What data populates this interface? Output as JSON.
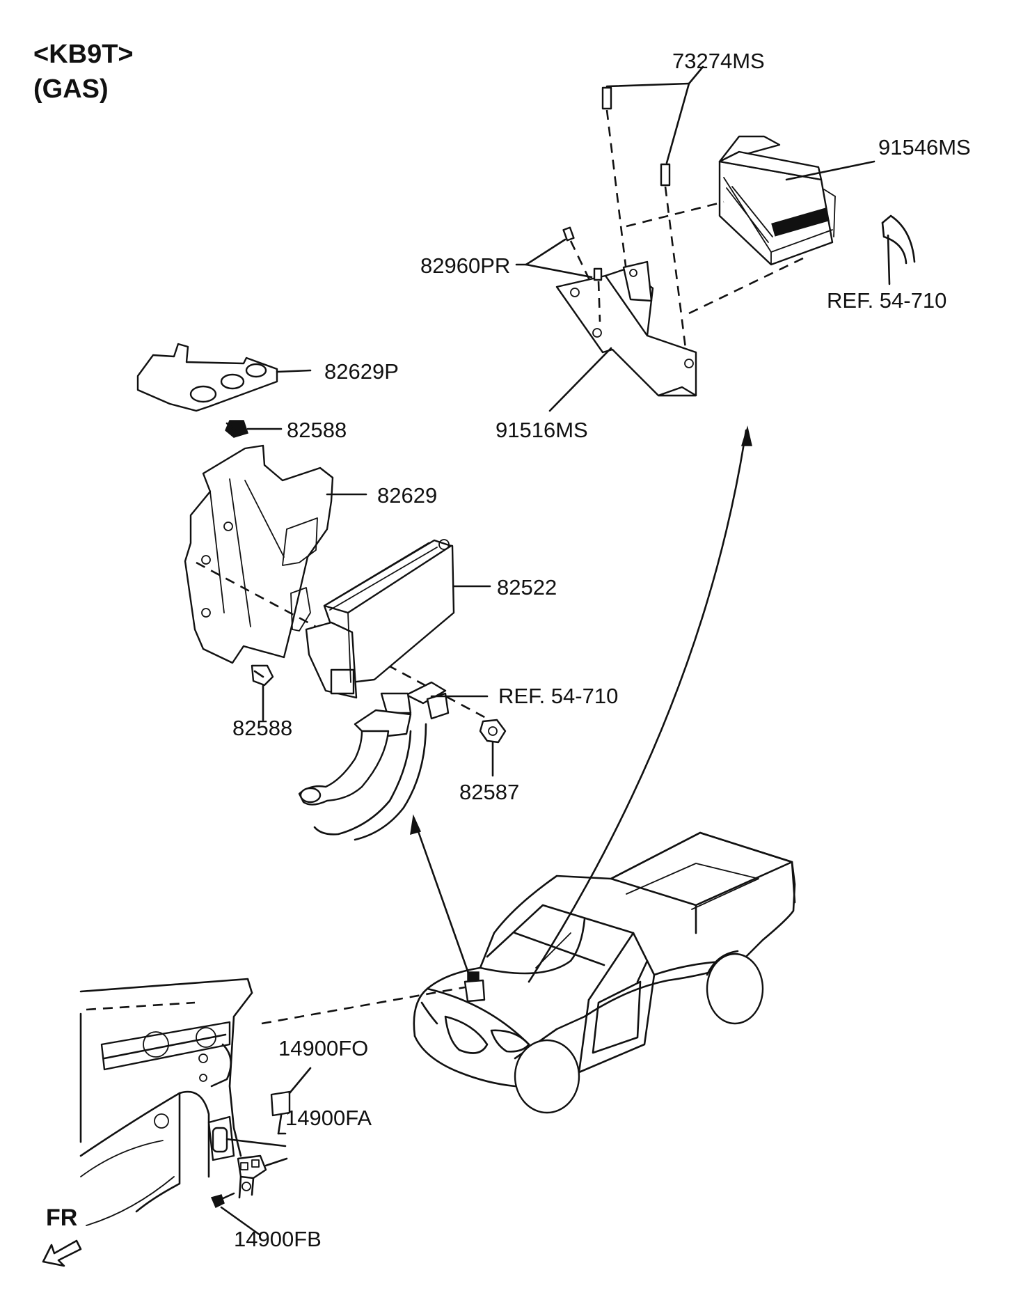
{
  "header": {
    "model": "<KB9T>",
    "engine": "(GAS)"
  },
  "direction": {
    "label": "FR"
  },
  "labels": {
    "p73274MS": "73274MS",
    "p91546MS": "91546MS",
    "p82960PR": "82960PR",
    "ref1": "REF. 54-710",
    "p91516MS": "91516MS",
    "p82629P": "82629P",
    "p82588a": "82588",
    "p82629": "82629",
    "p82522": "82522",
    "ref2": "REF. 54-710",
    "p82588b": "82588",
    "p82587": "82587",
    "p14900FO": "14900FO",
    "p14900FA": "14900FA",
    "p14900FB": "14900FB"
  }
}
